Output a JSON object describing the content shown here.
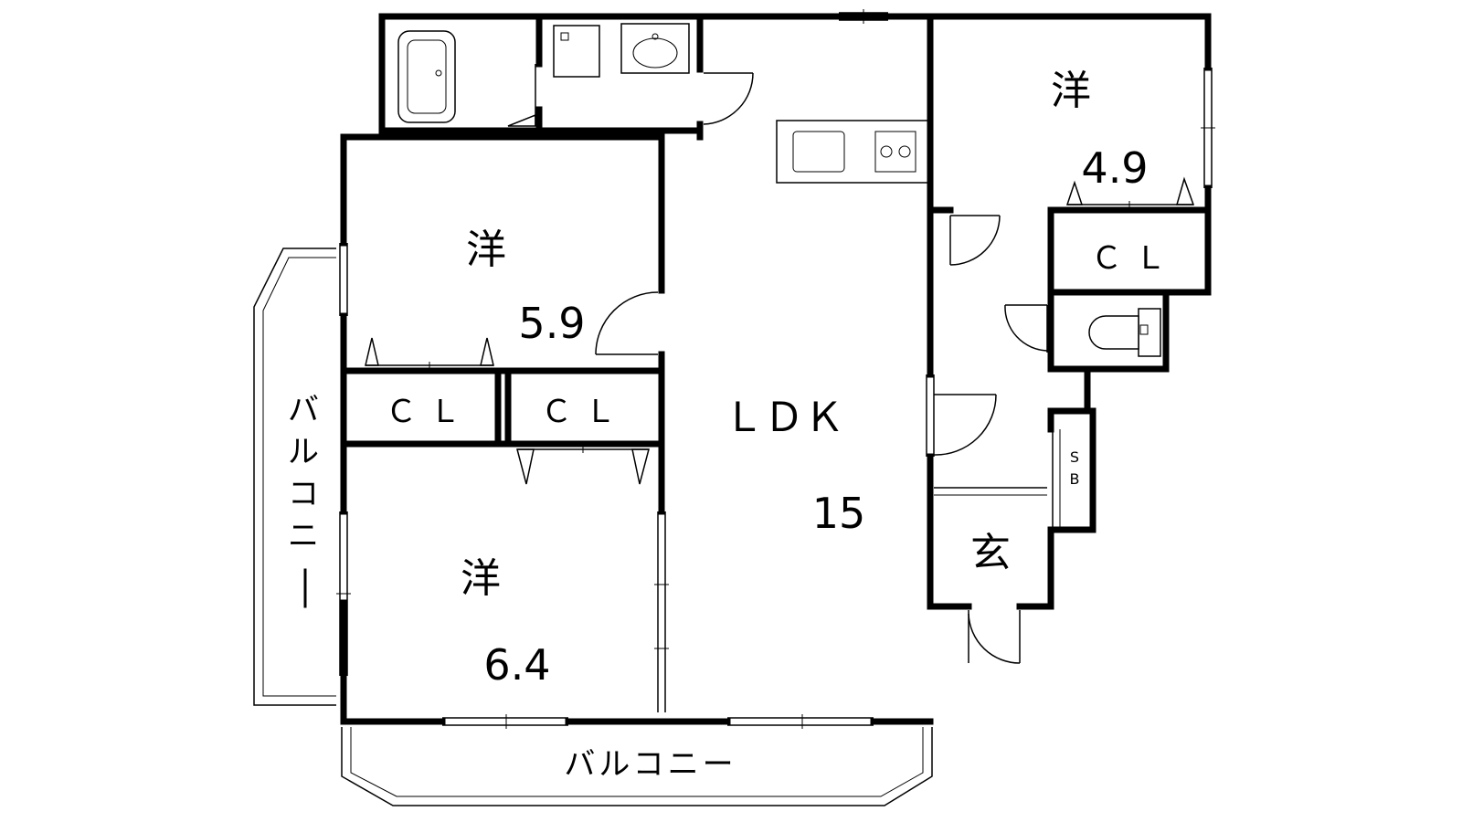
{
  "rooms": {
    "western_a": {
      "label": "洋",
      "size": "5.9"
    },
    "western_b": {
      "label": "洋",
      "size": "6.4"
    },
    "western_c": {
      "label": "洋",
      "size": "4.9"
    },
    "ldk": {
      "label": "ＬＤＫ",
      "size": "15"
    },
    "entrance": {
      "label": "玄"
    },
    "shoe_box": {
      "label_1": "S",
      "label_2": "B"
    }
  },
  "closets": {
    "cl_a": "ＣＬ",
    "cl_b": "ＣＬ",
    "cl_c": "ＣＬ"
  },
  "balconies": {
    "west": {
      "chars": [
        "バ",
        "ル",
        "コ",
        "ニ",
        "ー"
      ]
    },
    "south": "バルコニー"
  }
}
